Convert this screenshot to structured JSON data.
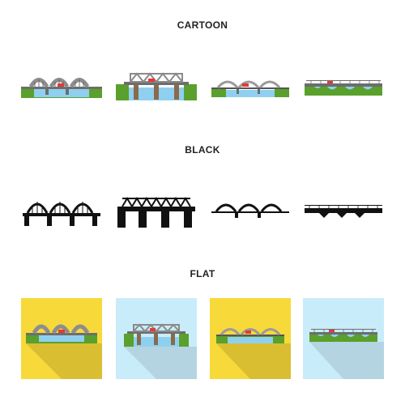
{
  "sections": {
    "cartoon": "CARTOON",
    "black": "BLACK",
    "flat": "FLAT"
  },
  "icons": [
    {
      "style": "cartoon",
      "name": "arch-bridge-icon"
    },
    {
      "style": "cartoon",
      "name": "truss-bridge-icon"
    },
    {
      "style": "cartoon",
      "name": "arch-bridge-icon"
    },
    {
      "style": "cartoon",
      "name": "girder-bridge-icon"
    },
    {
      "style": "black",
      "name": "arch-bridge-icon"
    },
    {
      "style": "black",
      "name": "truss-bridge-icon"
    },
    {
      "style": "black",
      "name": "arch-bridge-icon"
    },
    {
      "style": "black",
      "name": "girder-bridge-icon"
    },
    {
      "style": "flat",
      "name": "arch-bridge-icon"
    },
    {
      "style": "flat",
      "name": "truss-bridge-icon"
    },
    {
      "style": "flat",
      "name": "arch-bridge-icon"
    },
    {
      "style": "flat",
      "name": "girder-bridge-icon"
    }
  ],
  "colors": {
    "grass": "#5aa02c",
    "water": "#8fd0f0",
    "steel": "#8a8a8a",
    "red": "#e53935",
    "flat_yellow": "#f7d93a",
    "flat_blue": "#c9ecfb",
    "shadow": "rgba(0,0,0,0.12)"
  }
}
